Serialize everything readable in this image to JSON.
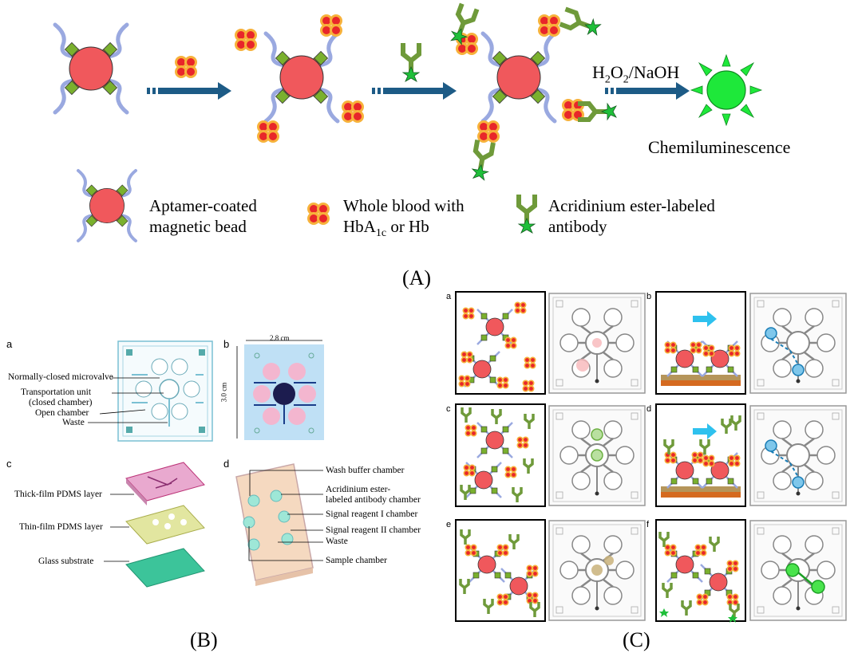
{
  "panel_a": {
    "reagent": "H2O2/NaOH",
    "reagent_parts": {
      "h": "H",
      "sub1": "2",
      "o": "O",
      "sub2": "2",
      "rest": "/NaOH"
    },
    "output_label": "Chemiluminescence",
    "legend": {
      "bead_line1": "Aptamer-coated",
      "bead_line2": "magnetic bead",
      "blood_line1": "Whole blood with",
      "blood_line2_a": "HbA",
      "blood_line2_sub": "1c",
      "blood_line2_b": " or Hb",
      "antibody_line1": "Acridinium ester-labeled",
      "antibody_line2": "antibody"
    },
    "label": "(A)"
  },
  "panel_b": {
    "label": "(B)",
    "sub_a": "a",
    "sub_b": "b",
    "sub_c": "c",
    "sub_d": "d",
    "a_labels": [
      "Normally-closed microvalve",
      "Transportation unit",
      "(closed chamber)",
      "Open chamber",
      "Waste"
    ],
    "b_width": "2.8 cm",
    "b_height": "3.0 cm",
    "c_labels": [
      "Thick-film PDMS layer",
      "Thin-film PDMS layer",
      "Glass substrate"
    ],
    "d_labels": [
      "Wash buffer chamber",
      "Acridinium ester-",
      "labeled antibody chamber",
      "Signal reagent I chamber",
      "Signal reagent II chamber",
      "Waste",
      "Sample chamber"
    ]
  },
  "panel_c": {
    "label": "(C)",
    "steps": [
      "a",
      "b",
      "c",
      "d",
      "e",
      "f"
    ]
  },
  "colors": {
    "bead": "#f0585c",
    "aptamer_green": "#7ab02e",
    "aptamer_orange": "#f3a33a",
    "strand": "#9aa9e0",
    "blood": "#e8262a",
    "blood_halo": "#f7b23b",
    "antibody": "#6f9a3a",
    "star": "#1fbf3a",
    "arrow": "#1d5b86",
    "sun": "#1ee83a"
  }
}
